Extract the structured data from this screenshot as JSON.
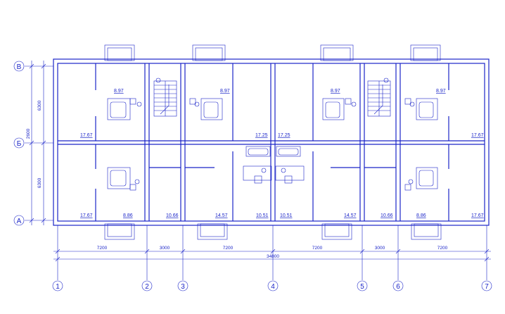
{
  "axes_rows": {
    "top": "В",
    "mid": "Б",
    "bottom": "А"
  },
  "axes_cols": [
    "1",
    "2",
    "3",
    "4",
    "5",
    "6",
    "7"
  ],
  "dims_vertical": {
    "upper": "6300",
    "lower": "6300",
    "center": "2600"
  },
  "dims_horizontal": {
    "spans": [
      "7200",
      "3000",
      "7200",
      "7200",
      "3000",
      "7200"
    ],
    "total": "34800"
  },
  "areas": {
    "upper": [
      "17.67",
      "8.97",
      "8.97",
      "17.25",
      "17.25",
      "8.97",
      "8.97",
      "17.67"
    ],
    "lower": [
      "17.67",
      "8.86",
      "10.66",
      "14.57",
      "10.51",
      "10.51",
      "14.57",
      "10.66",
      "8.86",
      "17.67"
    ]
  },
  "colors": {
    "line": "#1a24c8",
    "background": "#ffffff"
  }
}
